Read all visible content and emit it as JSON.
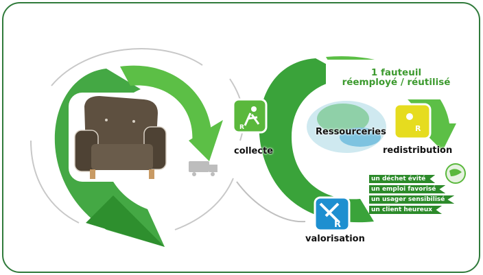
{
  "headline": {
    "line1": "1 fauteuil",
    "line2": "réemployé / réutilisé"
  },
  "center_label": "Ressourceries",
  "steps": {
    "collecte": "collecte",
    "redistribution": "redistribution",
    "valorisation": "valorisation"
  },
  "benefits": [
    "un déchet évité",
    "un emploi favorisé",
    "un usager sensibilisé",
    "un client heureux"
  ],
  "colors": {
    "frame": "#2f7a3a",
    "green": "#3aa33a",
    "tile_green": "#5ab83c",
    "tile_yellow": "#e6dc1f",
    "tile_blue": "#1e8fd0",
    "armchair": "#5e5040"
  }
}
